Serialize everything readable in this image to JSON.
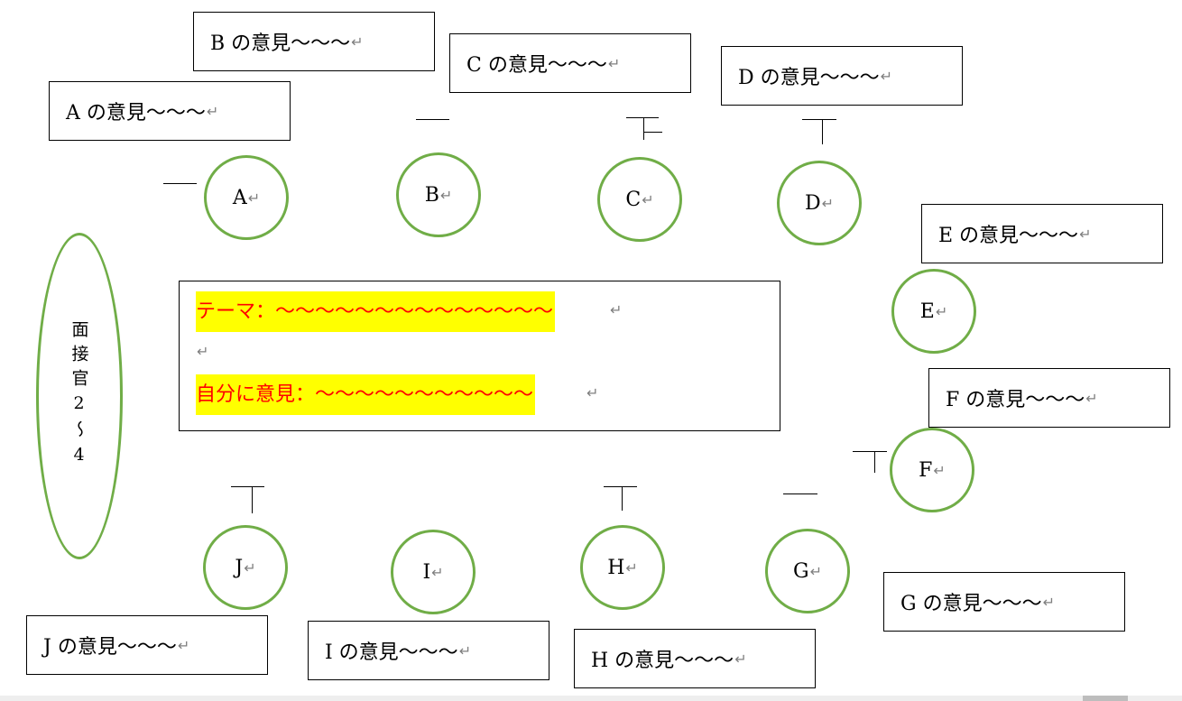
{
  "return_mark": "↵",
  "interviewer": {
    "label": "面接官2〜4"
  },
  "theme_box": {
    "theme_line": "テーマ：〜〜〜〜〜〜〜〜〜〜〜〜〜〜",
    "empty_line": "",
    "opinion_line": "自分に意見：〜〜〜〜〜〜〜〜〜〜〜"
  },
  "participants": [
    {
      "letter": "A",
      "opinion": "A の意見〜〜〜"
    },
    {
      "letter": "B",
      "opinion": "B の意見〜〜〜"
    },
    {
      "letter": "C",
      "opinion": "C の意見〜〜〜"
    },
    {
      "letter": "D",
      "opinion": "D の意見〜〜〜"
    },
    {
      "letter": "E",
      "opinion": "E の意見〜〜〜"
    },
    {
      "letter": "F",
      "opinion": "F の意見〜〜〜"
    },
    {
      "letter": "G",
      "opinion": "G の意見〜〜〜"
    },
    {
      "letter": "H",
      "opinion": "H の意見〜〜〜"
    },
    {
      "letter": "I",
      "opinion": "I の意見〜〜〜"
    },
    {
      "letter": "J",
      "opinion": "J の意見〜〜〜"
    }
  ],
  "colors": {
    "circle_border": "#70ad47",
    "highlight": "#ffff00",
    "highlight_text": "#ff0000",
    "return_mark": "#7f7f7f"
  }
}
